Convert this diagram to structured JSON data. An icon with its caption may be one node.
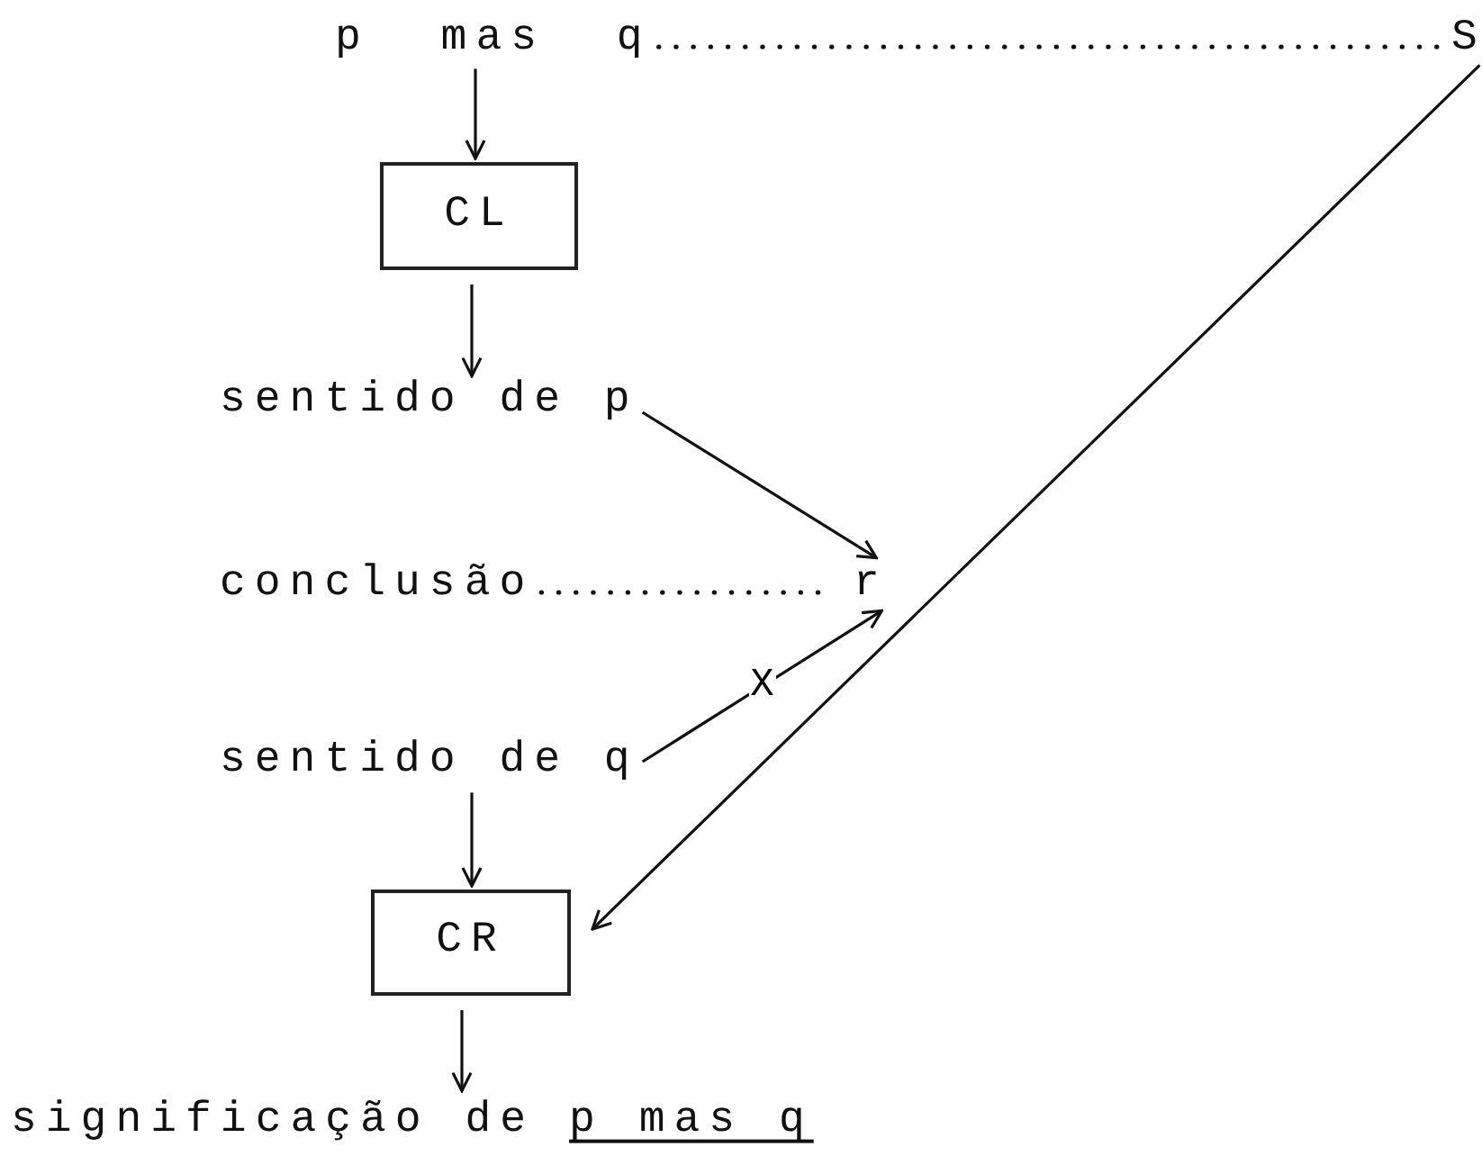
{
  "diagram": {
    "nodes": [
      {
        "text": [
          "p mas q"
        ]
      },
      {
        "text": [
          "S"
        ]
      },
      {
        "text": [
          "CL"
        ]
      },
      {
        "text": [
          "sentido de p"
        ]
      },
      {
        "text": [
          "conclusão"
        ]
      },
      {
        "text": [
          "r"
        ]
      },
      {
        "text": [
          "sentido de q"
        ]
      },
      {
        "text": [
          "CR"
        ]
      },
      {
        "text": [
          "significação de",
          "p mas q"
        ]
      }
    ],
    "edges": [
      {
        "from": 0,
        "to": 2,
        "arrow": "to"
      },
      {
        "from": 2,
        "to": 3,
        "arrow": "to"
      },
      {
        "from": 3,
        "to": 5,
        "arrow": "to"
      },
      {
        "from": 4,
        "to": 5,
        "arrow": "none",
        "style": "dashed"
      },
      {
        "from": 6,
        "to": 5,
        "arrow": "to",
        "label": "X"
      },
      {
        "from": 6,
        "to": 7,
        "arrow": "to"
      },
      {
        "from": 7,
        "to": 8,
        "arrow": "to"
      },
      {
        "from": 0,
        "to": 1,
        "arrow": "none",
        "style": "dashed"
      },
      {
        "from": 1,
        "to": 7,
        "arrow": "to"
      }
    ]
  }
}
